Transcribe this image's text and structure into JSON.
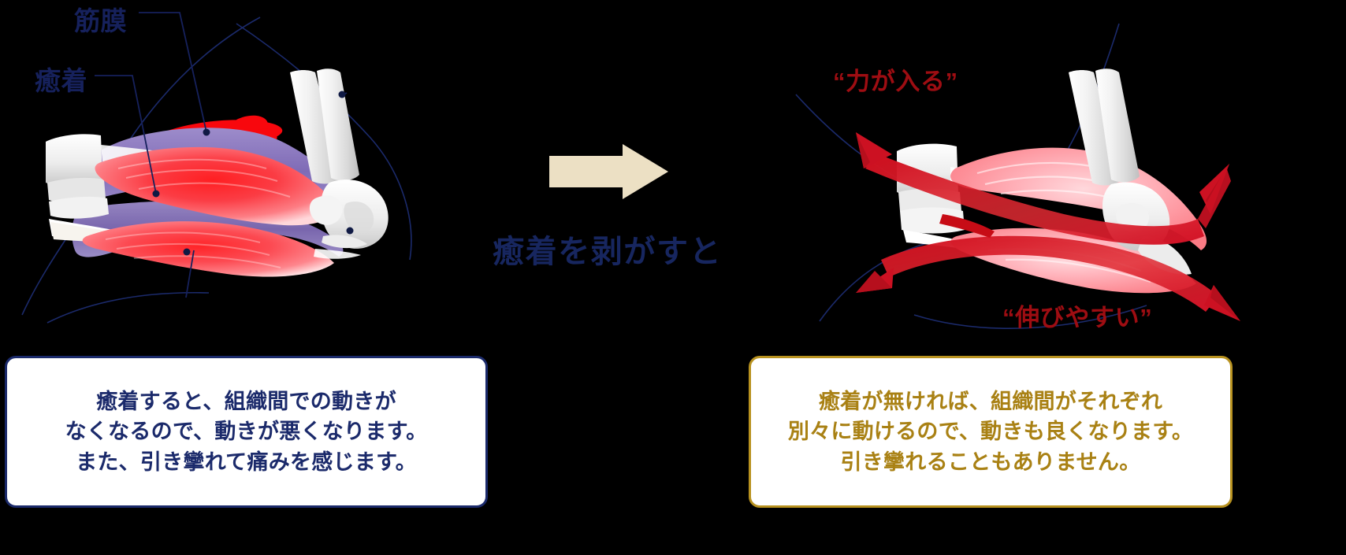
{
  "diagram": {
    "title_text_center": "癒着を剥がすと",
    "left_panel": {
      "labels": [
        {
          "name": "fascia",
          "text": "筋膜",
          "color": "#16215c"
        },
        {
          "name": "adhesion",
          "text": "癒着",
          "color": "#16215c"
        }
      ],
      "caption": {
        "border_color": "#1b2a6b",
        "text_color": "#1b2a6b",
        "lines": [
          "癒着すると、組織間での動きが",
          "なくなるので、動きが悪くなります。",
          "また、引き攣れて痛みを感じます。"
        ]
      },
      "anatomy": {
        "muscle_color": "#f4383f",
        "fascia_color": "#8e7ec0",
        "adhesion_color": "#f70d12",
        "bone_color": "#e9e9e9"
      }
    },
    "right_panel": {
      "labels": [
        {
          "name": "power",
          "text": "“力が入る”",
          "color": "#9e0d12"
        },
        {
          "name": "stretch",
          "text": "“伸びやすい”",
          "color": "#9e0d12"
        }
      ],
      "caption": {
        "border_color": "#b8921f",
        "text_color": "#a98114",
        "lines": [
          "癒着が無ければ、組織間がそれぞれ",
          "別々に動けるので、動きも良くなります。",
          "引き攣れることもありません。"
        ]
      },
      "anatomy": {
        "muscle_color": "#fb8d93",
        "arrow_color": "#cc1122",
        "bone_color": "#eeeeee"
      }
    },
    "center_arrow": {
      "name": "transition-arrow",
      "fill_color": "#ece0c4"
    },
    "background_color": "#000000",
    "outline_color": "#1b2a6b"
  }
}
